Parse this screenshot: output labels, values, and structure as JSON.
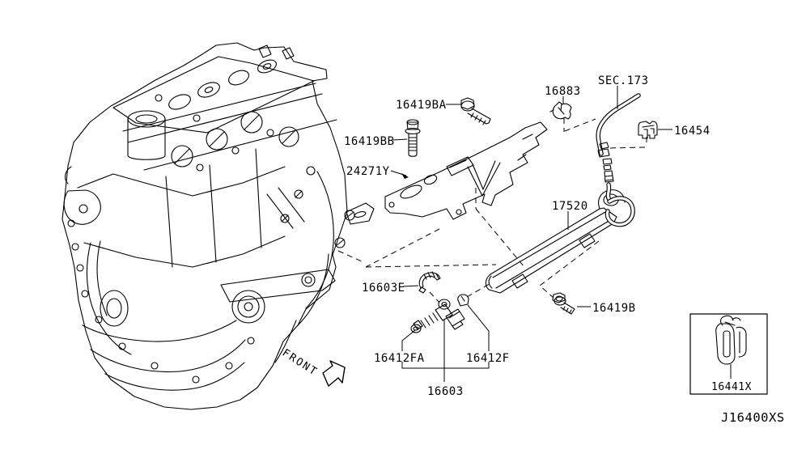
{
  "diagram": {
    "code": "J16400XS",
    "front_indicator": "FRONT",
    "section_reference": "SEC.173"
  },
  "callouts": {
    "bolt_upper": "16419BA",
    "bolt_bracket": "16419BB",
    "harness_bracket": "24271Y",
    "harness_clip": "16883",
    "tube_clip": "16454",
    "fuel_rail": "17520",
    "rail_bolt": "16419B",
    "injector_clip": "16603E",
    "oring_lower": "16412FA",
    "oring_upper": "16412F",
    "injector": "16603",
    "inset_clip": "16441X"
  },
  "colors": {
    "line": "#000000",
    "background": "#ffffff"
  }
}
